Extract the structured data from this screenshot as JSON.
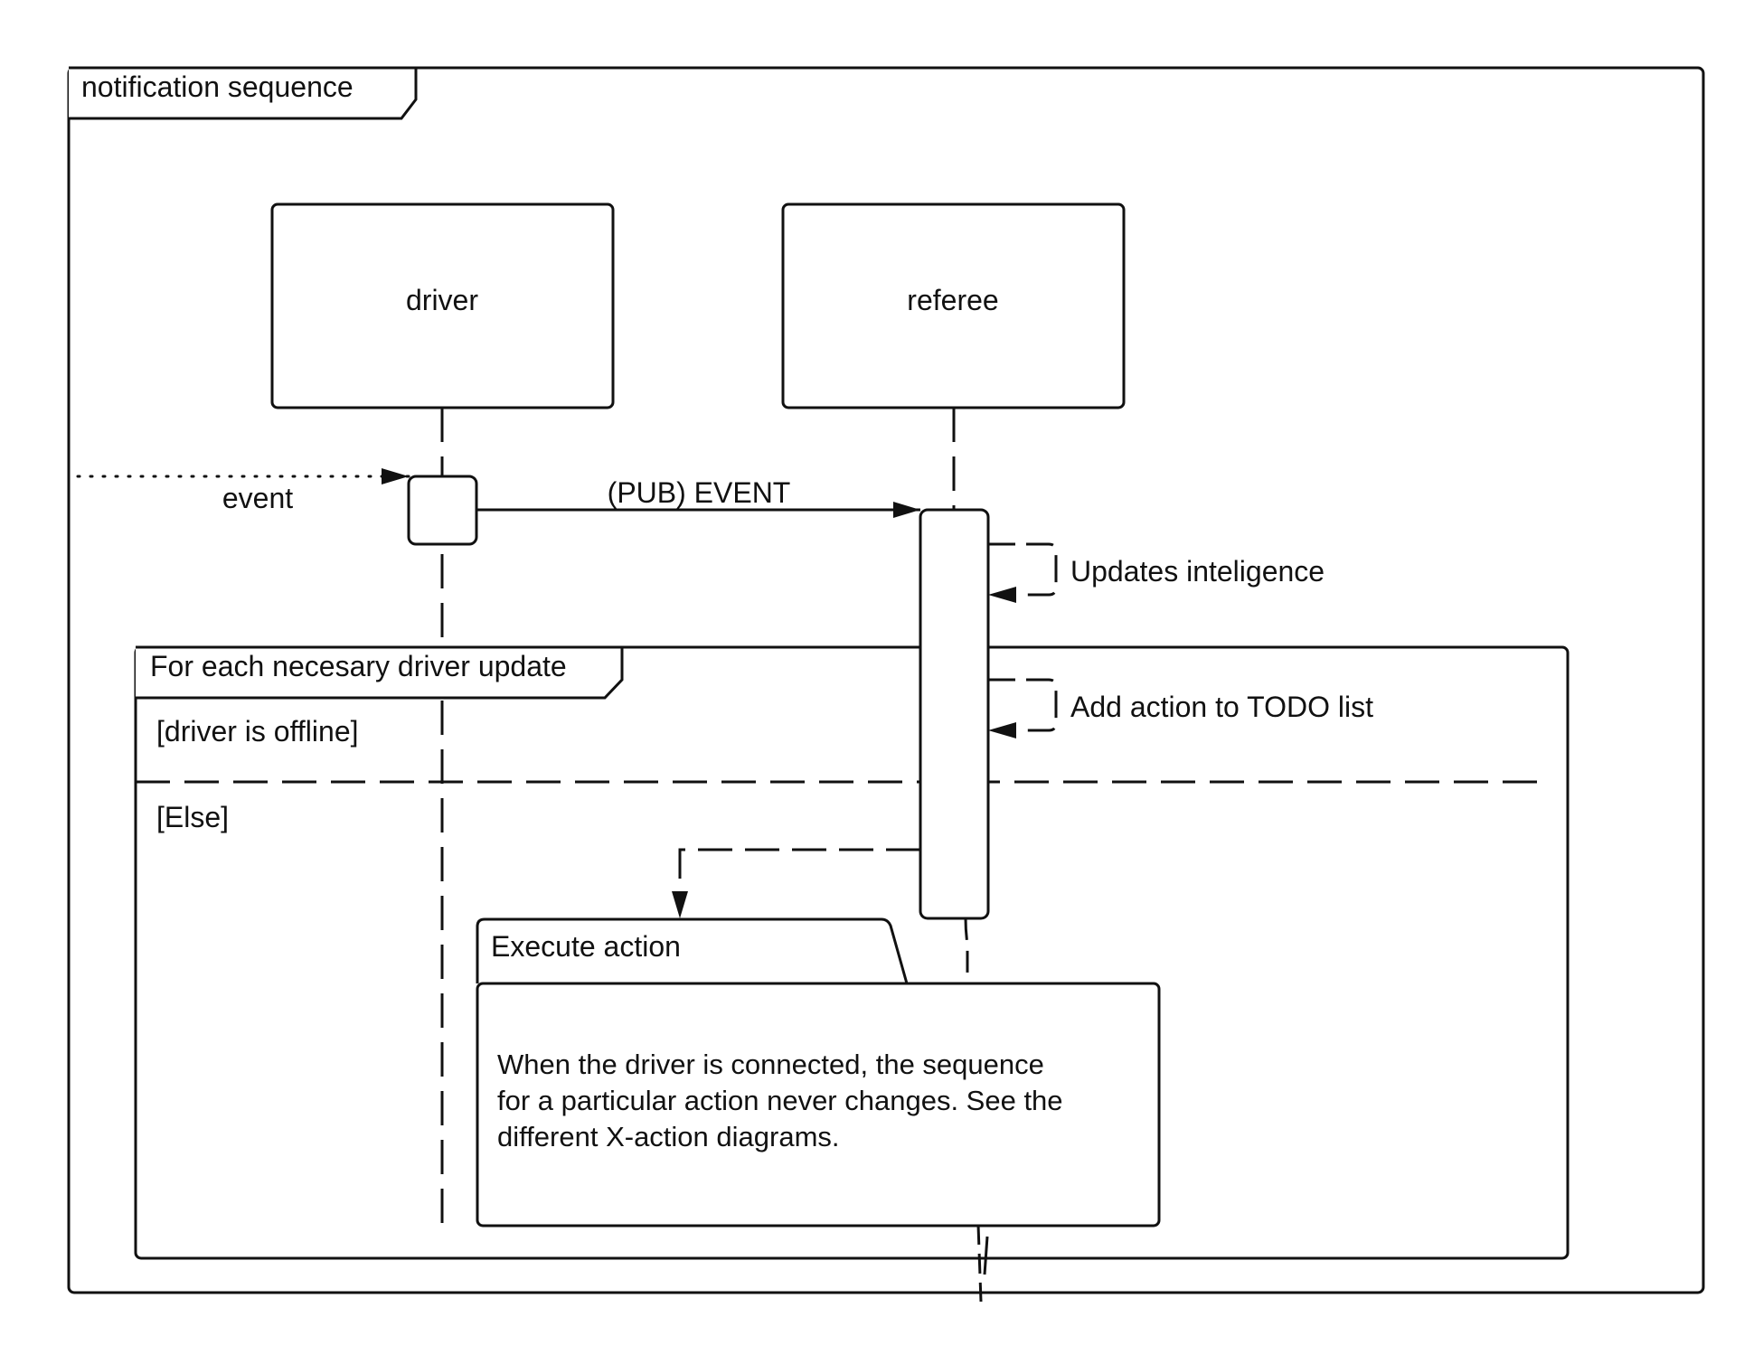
{
  "diagram": {
    "frame_title": "notification sequence",
    "lifelines": {
      "driver": "driver",
      "referee": "referee"
    },
    "messages": {
      "found_event": "event",
      "pub_event": "(PUB) EVENT",
      "self_update": "Updates inteligence",
      "self_add": "Add action to TODO list"
    },
    "loop_fragment": {
      "title": "For each necesary driver update",
      "guard_1": "[driver is offline]",
      "guard_2": "[Else]"
    },
    "ref_fragment": {
      "title": "Execute action",
      "body_lines": [
        "When the driver is connected, the sequence",
        "for a particular action never changes. See the",
        "different X-action diagrams."
      ]
    }
  }
}
